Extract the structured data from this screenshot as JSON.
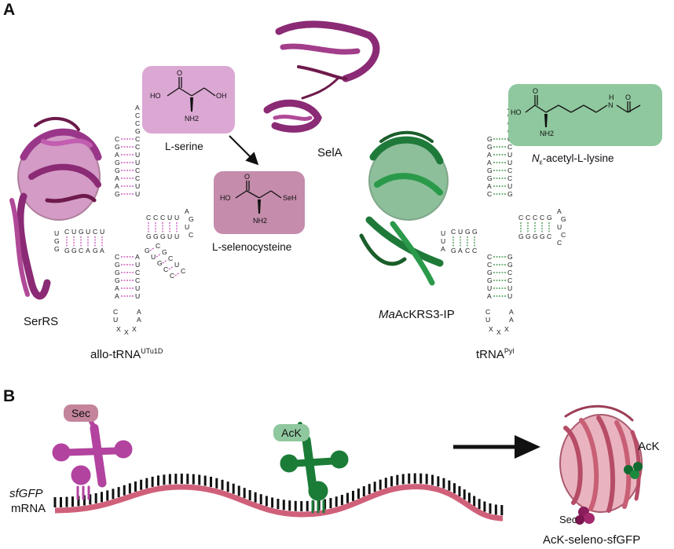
{
  "panels": {
    "a": "A",
    "b": "B"
  },
  "labels": {
    "serrs": "SerRS",
    "allo_trna_main": "allo-tRNA",
    "allo_trna_sup": "UTu1D",
    "serine": "L-serine",
    "selenocysteine": "L-selenocysteine",
    "sela": "SelA",
    "mackrs_italic": "Ma",
    "mackrs_rest": "AcKRS3-IP",
    "trnapyl_main": "tRNA",
    "trnapyl_sup": "Pyl",
    "acetyllysine_prefix": "N",
    "acetyllysine_sub": "ε",
    "acetyllysine_rest": "-acetyl-L-lysine",
    "sec_tag": "Sec",
    "ack_tag": "AcK",
    "mrna_gene": "sfGFP",
    "mrna_word": "mRNA",
    "product_ack": "AcK",
    "product_sec": "Sec",
    "product_name": "AcK-seleno-sfGFP"
  },
  "chem_text": {
    "serine": {
      "ho": "HO",
      "o": "O",
      "oh": "OH",
      "nh2": "NH2"
    },
    "selenocysteine": {
      "ho": "HO",
      "o": "O",
      "seh": "SeH",
      "nh2": "NH2"
    },
    "acetyllysine": {
      "ho": "HO",
      "o": "O",
      "o2": "O",
      "nh": "N",
      "h": "H",
      "nh2": "NH2"
    }
  },
  "allo_trna_seq": {
    "acceptor_5": [
      "C",
      "G",
      "A",
      "G",
      "G",
      "A",
      "A",
      "G"
    ],
    "acceptor_3": [
      "C",
      "C",
      "U",
      "U",
      "C",
      "C",
      "U",
      "U"
    ],
    "tail": [
      "A",
      "C",
      "C",
      "G"
    ],
    "dstem_top": [
      "C",
      "U",
      "G",
      "U",
      "C",
      "U"
    ],
    "dstem_bot": [
      "G",
      "G",
      "C",
      "A",
      "G",
      "A"
    ],
    "dloop": [
      "U",
      "G",
      "G"
    ],
    "tstem_top": [
      "C",
      "C",
      "C",
      "U",
      "U"
    ],
    "tstem_bot": [
      "G",
      "G",
      "G",
      "U",
      "U"
    ],
    "tloop": [
      "A",
      "G",
      "U",
      "C"
    ],
    "var_5": [
      "G",
      "U",
      "G",
      "C",
      "C"
    ],
    "var_3": [
      "C",
      "G",
      "C",
      "U",
      "C"
    ],
    "anti_5": [
      "C",
      "G",
      "G",
      "G",
      "A",
      "A"
    ],
    "anti_3": [
      "A",
      "U",
      "C",
      "C",
      "U",
      "U"
    ],
    "aloop": [
      "C",
      "U",
      "X",
      "X",
      "X",
      "A",
      "A"
    ]
  },
  "pyl_trna_seq": {
    "acceptor_5": [
      "G",
      "G",
      "A",
      "A",
      "G",
      "G",
      "A",
      "C"
    ],
    "acceptor_3": [
      "C",
      "C",
      "U",
      "U",
      "C",
      "C",
      "U",
      "G"
    ],
    "tail": [
      "A",
      "C",
      "C",
      "G"
    ],
    "dstem_top": [
      "C",
      "U",
      "G",
      "G"
    ],
    "dstem_bot": [
      "G",
      "A",
      "C",
      "C"
    ],
    "dloop": [
      "U",
      "U",
      "A"
    ],
    "tstem_top": [
      "C",
      "C",
      "C",
      "C",
      "G"
    ],
    "tstem_bot": [
      "G",
      "G",
      "G",
      "G",
      "C"
    ],
    "tloop": [
      "A",
      "G",
      "U",
      "C",
      "C"
    ],
    "anti_5": [
      "C",
      "C",
      "G",
      "G",
      "U",
      "A"
    ],
    "anti_3": [
      "G",
      "G",
      "C",
      "C",
      "U",
      "U"
    ],
    "aloop": [
      "C",
      "U",
      "X",
      "X",
      "X",
      "A",
      "A"
    ]
  },
  "colors": {
    "serine_box": "#dba7d3",
    "selenocysteine_box": "#c58cab",
    "acetyllysine_box": "#8fc89e",
    "magenta_protein": "#8b2a75",
    "dark_magenta": "#6e1a4c",
    "green_protein": "#1f7a3a",
    "trna_sec": "#b2439f",
    "trna_ack": "#1b7c38",
    "sec_tag": "#c3849c",
    "ack_tag": "#8fc89e",
    "mrna": "#d0607a",
    "gfp": "#c85f75",
    "pair_magenta": "#c245b3",
    "pair_green": "#2e8b3d"
  }
}
